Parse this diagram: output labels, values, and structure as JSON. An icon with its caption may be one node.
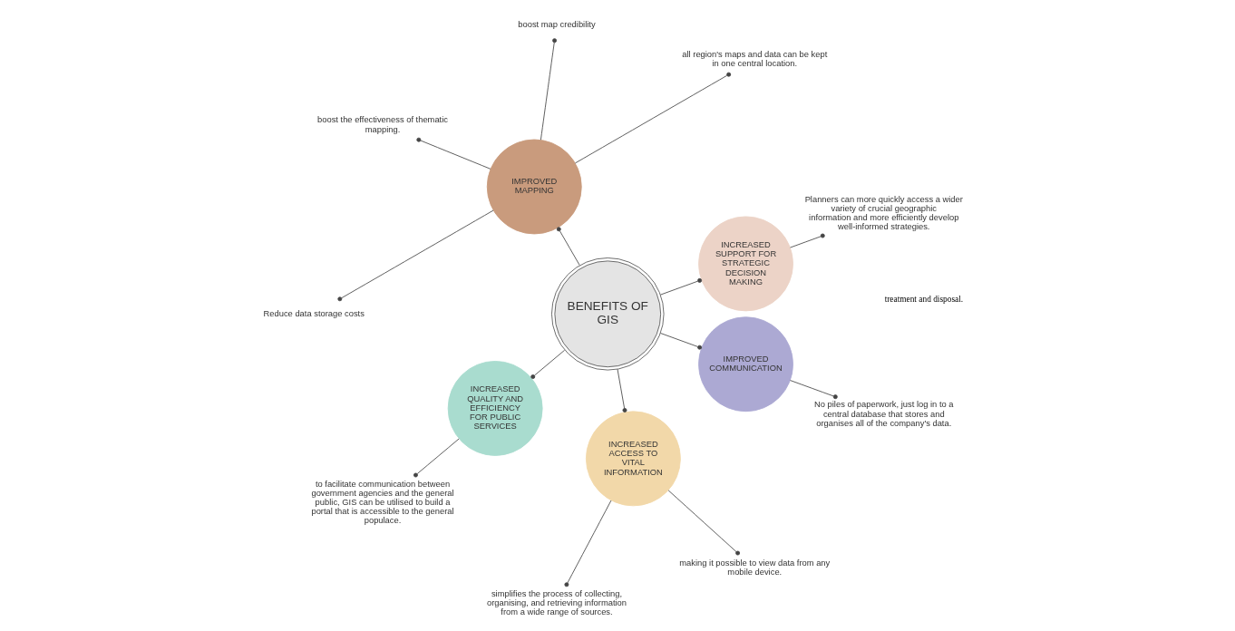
{
  "diagram": {
    "nodes": [
      {
        "text": [
          "BENEFITS OF GIS"
        ]
      },
      {
        "text": [
          "INCREASED SUPPORT FOR STRATEGIC DECISION MAKING"
        ]
      },
      {
        "text": [
          "IMPROVED MAPPING"
        ]
      },
      {
        "text": [
          "INCREASED QUALITY AND EFFICIENCY FOR PUBLIC SERVICES"
        ]
      },
      {
        "text": [
          "INCREASED ACCESS TO VITAL INFORMATION"
        ]
      },
      {
        "text": [
          "IMPROVED COMMUNICATION"
        ]
      },
      {
        "text": [
          "Planners can more quickly access a wider variety of crucial geographic information and more efficiently develop well-informed strategies."
        ]
      },
      {
        "text": [
          "all region's maps and data can be kept in one central location."
        ]
      },
      {
        "text": [
          "boost map credibility"
        ]
      },
      {
        "text": [
          "boost the effectiveness of thematic mapping."
        ]
      },
      {
        "text": [
          "Reduce data storage costs"
        ]
      },
      {
        "text": [
          "to facilitate communication between government agencies and the general public, GIS can be utilised to build a portal that is accessible to the general populace."
        ]
      },
      {
        "text": [
          "simplifies the process of collecting, organising, and retrieving information from a wide range of sources."
        ]
      },
      {
        "text": [
          "making it possible to view data from any mobile device."
        ]
      },
      {
        "text": [
          "No piles of paperwork, just log in to a central database that stores and organises all of the company's data."
        ]
      }
    ],
    "edges": [
      {
        "from": 0,
        "to": 1,
        "arrow": "other"
      },
      {
        "from": 0,
        "to": 2,
        "arrow": "other"
      },
      {
        "from": 0,
        "to": 3,
        "arrow": "other"
      },
      {
        "from": 0,
        "to": 4,
        "arrow": "other"
      },
      {
        "from": 0,
        "to": 5,
        "arrow": "other"
      },
      {
        "from": 1,
        "to": 6,
        "arrow": "other"
      },
      {
        "from": 2,
        "to": 7,
        "arrow": "other"
      },
      {
        "from": 2,
        "to": 8,
        "arrow": "other"
      },
      {
        "from": 2,
        "to": 9,
        "arrow": "other"
      },
      {
        "from": 2,
        "to": 10,
        "arrow": "other"
      },
      {
        "from": 3,
        "to": 11,
        "arrow": "other"
      },
      {
        "from": 4,
        "to": 12,
        "arrow": "other"
      },
      {
        "from": 4,
        "to": 13,
        "arrow": "other"
      },
      {
        "from": 5,
        "to": 14,
        "arrow": "other"
      }
    ],
    "labels": [
      "treatment and disposal."
    ]
  }
}
